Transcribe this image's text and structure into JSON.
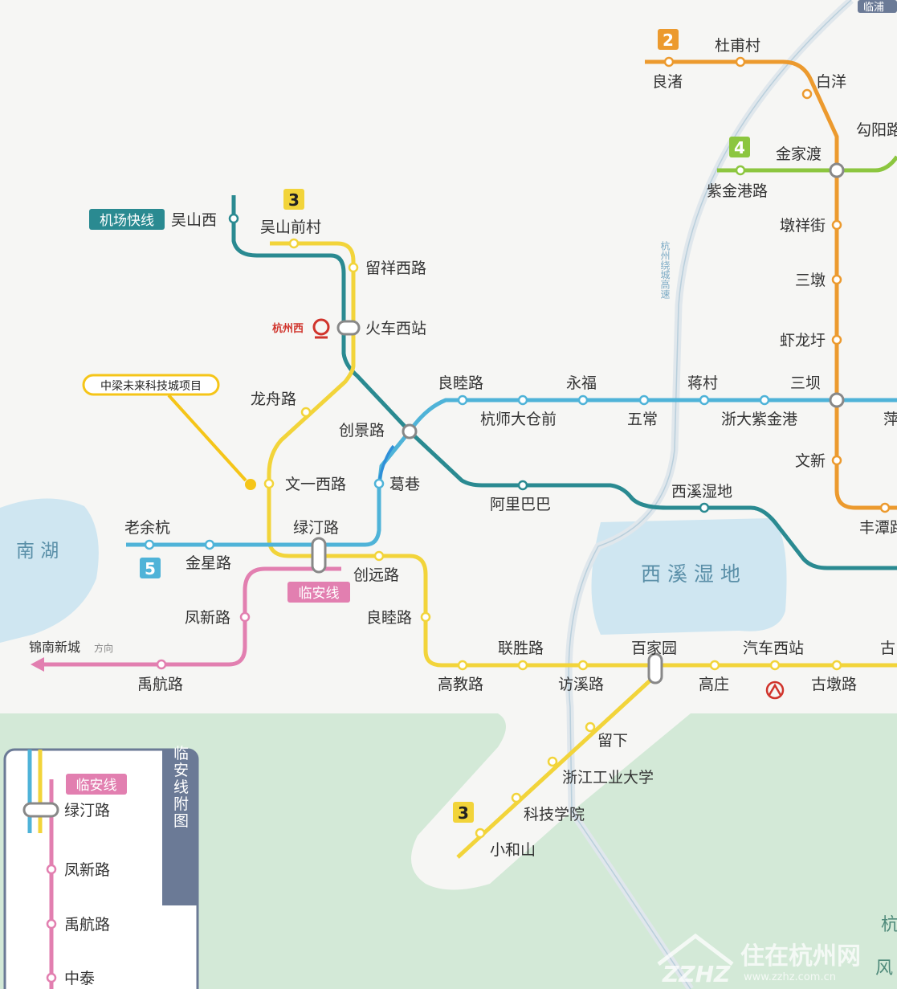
{
  "colors": {
    "line2": "#ec9a2e",
    "line3": "#f2d43a",
    "line4": "#8cc63f",
    "line5": "#4fb3d8",
    "airport": "#2a8a91",
    "linan": "#e27fb0",
    "water": "#cfe6f1",
    "green": "#d2e9d6",
    "annotation": "#f5c518",
    "branch_blue": "#2f8fd8",
    "inset_header": "#6b7a96"
  },
  "line_badges": {
    "l2": "2",
    "l3": "3",
    "l3_south": "3",
    "l4": "4",
    "l5": "5",
    "airport": "机场快线",
    "linan": "临安线"
  },
  "stations": {
    "liangzhu": "良渚",
    "dupucun": "杜甫村",
    "baiyang": "白洋",
    "gouyang": "勾阳路",
    "jinjiadu": "金家渡",
    "zijingang_lu": "紫金港路",
    "dunxiangjie": "墩祥街",
    "sandun": "三墩",
    "xialongyu": "虾龙圩",
    "sanba": "三坝",
    "wenxin": "文新",
    "fengtan": "丰潭路",
    "wushanxi": "吴山西",
    "wushanqiancun": "吴山前村",
    "liuxiangxilu": "留祥西路",
    "huochexizhan": "火车西站",
    "hangzhouxi": "杭州西",
    "longzhoulu": "龙舟路",
    "chuangjinglu": "创景路",
    "liangmulu": "良睦路",
    "hangshidacangqian": "杭师大仓前",
    "yongfu": "永福",
    "wuchang": "五常",
    "jiangcun": "蒋村",
    "zheda_zijingang": "浙大紫金港",
    "ping": "萍",
    "wenyixilu": "文一西路",
    "gexiang": "葛巷",
    "alibaba": "阿里巴巴",
    "xixishidi_stn": "西溪湿地",
    "laoyuhang": "老余杭",
    "jinxinglu": "金星路",
    "lvtinglu": "绿汀路",
    "chuangyuanlu": "创远路",
    "fengxinlu": "凤新路",
    "liangmulu2": "良睦路",
    "yuhanglu": "禹航路",
    "jinnanxincheng": "锦南新城",
    "fangxiang": "方向",
    "gaojiaolu": "高教路",
    "lianshenglu": "联胜路",
    "fangxilu": "访溪路",
    "baijiayuan": "百家园",
    "gaozhuang": "高庄",
    "qichexizhan": "汽车西站",
    "gudunlu": "古墩路",
    "gu": "古",
    "liuxia": "留下",
    "zjut": "浙江工业大学",
    "kejixueyuan": "科技学院",
    "xiaoheshan": "小和山"
  },
  "areas": {
    "nanhu": "南 湖",
    "xixishidi": "西 溪 湿 地",
    "raocheng": "杭州绕城高速",
    "hang": "杭",
    "feng": "风"
  },
  "annotation": {
    "project": "中梁未来科技城项目"
  },
  "inset": {
    "title": "临安线附图",
    "badge": "临安线",
    "stations": [
      "绿汀路",
      "凤新路",
      "禹航路",
      "中泰"
    ]
  },
  "watermark": {
    "logo": "ZZHZ",
    "name": "住在杭州网",
    "url": "www.zzhz.com.cn"
  },
  "top_corner": "临浦"
}
